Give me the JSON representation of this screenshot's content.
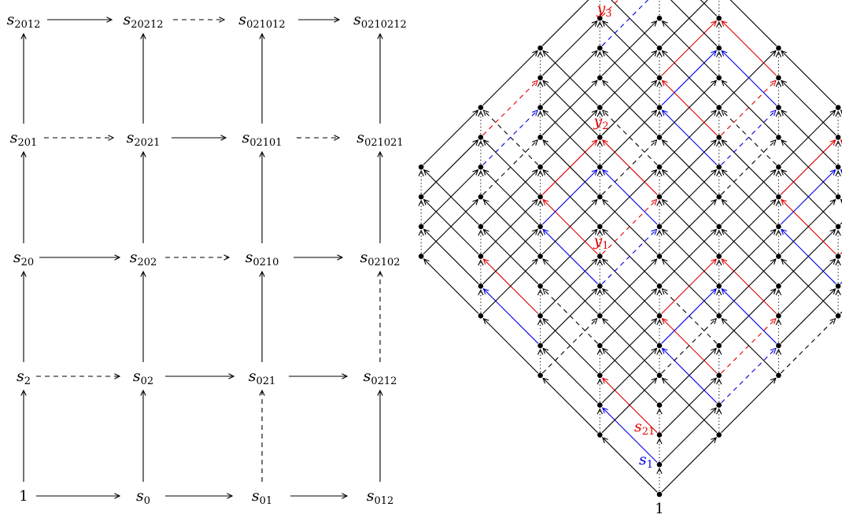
{
  "colors": {
    "black": "#000000",
    "red": "#e00000",
    "blue": "#0000e0"
  },
  "grid": {
    "rows": [
      [
        {
          "letter": "",
          "text": "1"
        },
        {
          "letter": "s",
          "sub": "0"
        },
        {
          "letter": "s",
          "sub": "01"
        },
        {
          "letter": "s",
          "sub": "012"
        }
      ],
      [
        {
          "letter": "s",
          "sub": "2"
        },
        {
          "letter": "s",
          "sub": "02"
        },
        {
          "letter": "s",
          "sub": "021"
        },
        {
          "letter": "s",
          "sub": "0212"
        }
      ],
      [
        {
          "letter": "s",
          "sub": "20"
        },
        {
          "letter": "s",
          "sub": "202"
        },
        {
          "letter": "s",
          "sub": "0210"
        },
        {
          "letter": "s",
          "sub": "02102"
        }
      ],
      [
        {
          "letter": "s",
          "sub": "201"
        },
        {
          "letter": "s",
          "sub": "2021"
        },
        {
          "letter": "s",
          "sub": "02101"
        },
        {
          "letter": "s",
          "sub": "021021"
        }
      ],
      [
        {
          "letter": "s",
          "sub": "2012"
        },
        {
          "letter": "s",
          "sub": "20212"
        },
        {
          "letter": "s",
          "sub": "021012"
        },
        {
          "letter": "s",
          "sub": "0210212"
        }
      ]
    ],
    "horizontal_styles": [
      [
        "solid",
        "solid",
        "solid"
      ],
      [
        "dashed",
        "solid",
        "solid"
      ],
      [
        "solid",
        "dashed",
        "solid"
      ],
      [
        "dashed",
        "solid",
        "dashed"
      ],
      [
        "solid",
        "dashed",
        "solid"
      ]
    ],
    "vertical_styles": [
      [
        "solid",
        "solid",
        "dashed",
        "solid"
      ],
      [
        "solid",
        "solid",
        "solid",
        "dashed"
      ],
      [
        "solid",
        "solid",
        "solid",
        "solid"
      ],
      [
        "solid",
        "solid",
        "solid",
        "solid"
      ]
    ]
  },
  "lattice": {
    "labels": [
      {
        "letter": "y",
        "sub": "3",
        "color": "red"
      },
      {
        "letter": "y",
        "sub": "2",
        "color": "red"
      },
      {
        "letter": "y",
        "sub": "1",
        "color": "red"
      },
      {
        "letter": "s",
        "sub": "21",
        "color": "red"
      },
      {
        "letter": "s",
        "sub": "1",
        "color": "blue"
      },
      {
        "letter": "",
        "text": "1",
        "color": "black"
      }
    ]
  }
}
